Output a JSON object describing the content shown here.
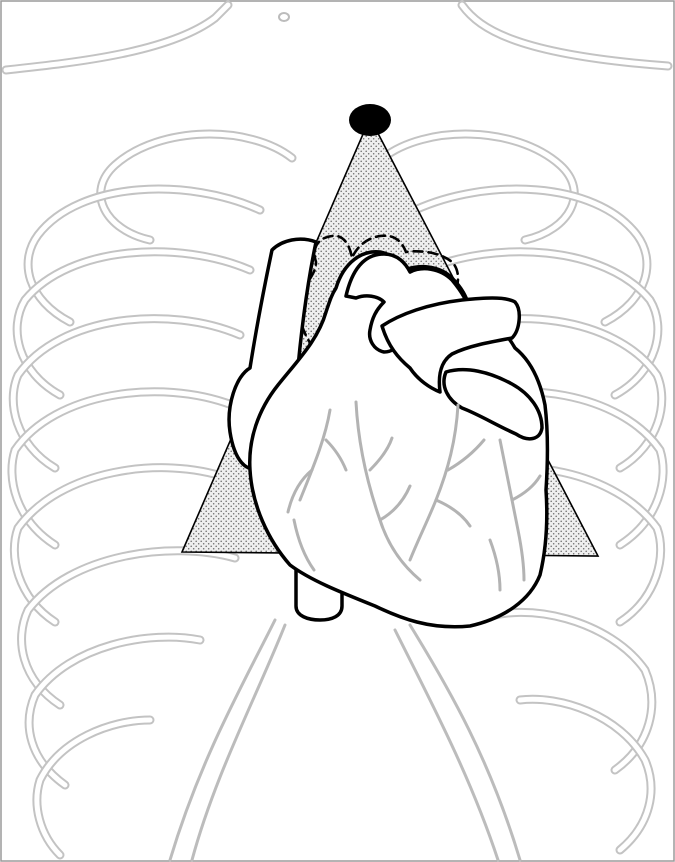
{
  "figure": {
    "colors": {
      "background": "#ffffff",
      "ribcage": "#c3c3c3",
      "outline": "#000000",
      "cone_fill": "stipple-grey",
      "coronary_vessels": "#b3b3b3",
      "frame": "#9a9a9a"
    },
    "elements": [
      "ribcage",
      "ultrasound-probe",
      "ultrasound-beam",
      "heart",
      "aorta",
      "pulmonary-trunk",
      "superior-vena-cava",
      "inferior-vena-cava",
      "coronary-vessels",
      "hidden-outline"
    ]
  }
}
